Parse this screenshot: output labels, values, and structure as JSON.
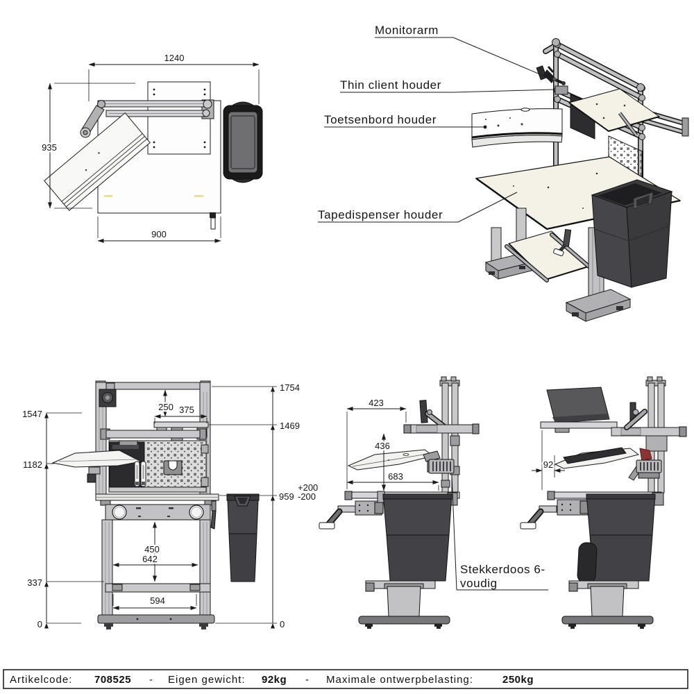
{
  "drawing_labels": {
    "monitorarm": "Monitorarm",
    "thin_client": "Thin client houder",
    "toetsenbord": "Toetsenbord houder",
    "tapedispenser": "Tapedispenser houder",
    "stekkerdoos_line1": "Stekkerdoos 6-",
    "stekkerdoos_line2": "voudig"
  },
  "top_view": {
    "width": "1240",
    "depth": "935",
    "frame_width": "900"
  },
  "front_view": {
    "left": {
      "h1": "1547",
      "h2": "1182",
      "h3": "337",
      "h4": "0"
    },
    "right": {
      "h1": "1754",
      "h2": "1469",
      "h3": "959",
      "tol_plus": "+200",
      "tol_minus": "-200",
      "h4": "0"
    },
    "inner": {
      "shelf_offset": "250",
      "shelf_width": "375",
      "clearance": "450",
      "inner_width": "642",
      "base_width": "594"
    }
  },
  "side_view": {
    "arm_reach": "423",
    "tray_drop": "436",
    "tray_reach": "683",
    "tray_offset": "92"
  },
  "title_bar": {
    "artikelcode_label": "Artikelcode:",
    "artikelcode_value": "708525",
    "separator1": "-",
    "gewicht_label": "Eigen gewicht:",
    "gewicht_value": "92kg",
    "separator2": "-",
    "belasting_label": "Maximale ontwerpbelasting:",
    "belasting_value": "250kg"
  },
  "colors": {
    "line": "#1a1a1a",
    "metal_light": "#c9c9cb",
    "metal_mid": "#9d9da0",
    "dark_part": "#46464a",
    "surface_cream": "#f4f1e6",
    "accent_red": "#8a3535",
    "peg_board": "#dcdcdc"
  }
}
